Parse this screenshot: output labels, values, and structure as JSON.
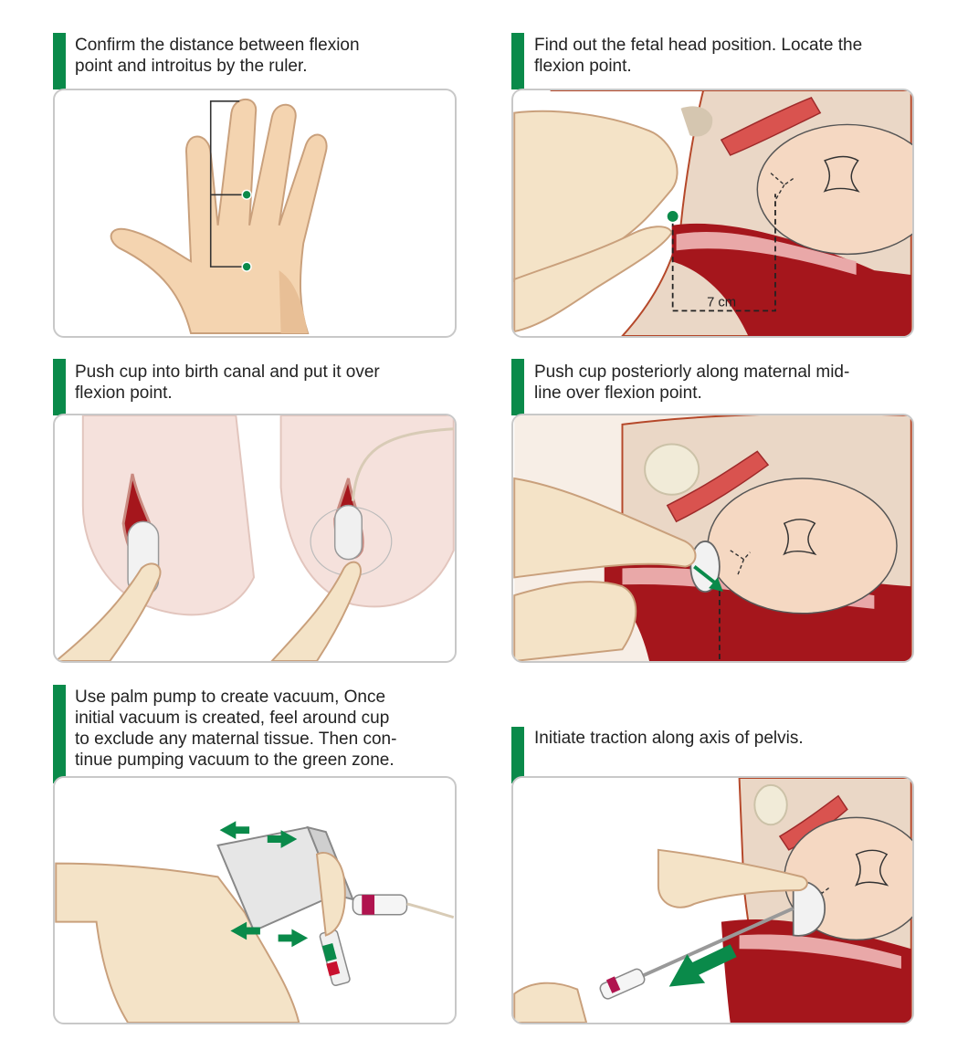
{
  "steps": [
    {
      "caption": "Confirm the distance between flexion\npoint and introitus by the ruler."
    },
    {
      "caption": "Find out the fetal head position. Locate the\nflexion point."
    },
    {
      "caption": "Push cup into birth canal and put it over\nflexion point."
    },
    {
      "caption": "Push cup posteriorly along maternal mid-\nline over flexion point."
    },
    {
      "caption": "Use palm pump to create vacuum, Once\ninitial vacuum is created, feel around cup\nto exclude any maternal tissue. Then con-\ntinue pumping vacuum to the green zone."
    },
    {
      "caption": "Initiate traction along axis of pelvis."
    }
  ],
  "annotations": {
    "distance_label": "7 cm"
  },
  "colors": {
    "accent_green": "#0a8a4a",
    "skin": "#f2d3b0",
    "blood": "#a5161c",
    "tissue": "#d9a59a"
  }
}
